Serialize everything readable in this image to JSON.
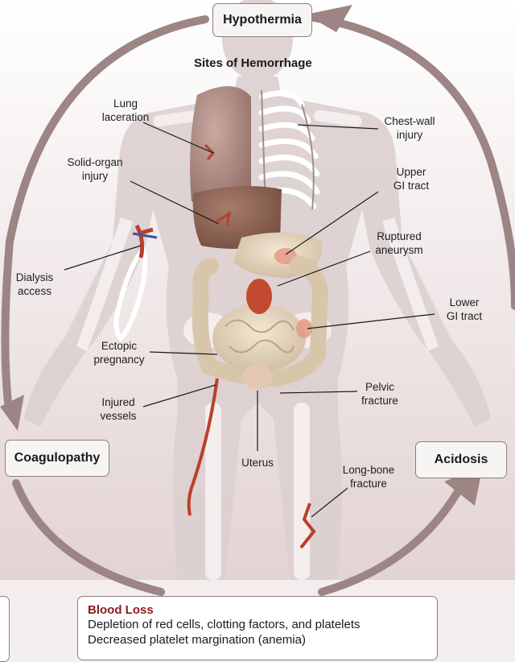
{
  "cycle": {
    "hypothermia": "Hypothermia",
    "coagulopathy": "Coagulopathy",
    "acidosis": "Acidosis"
  },
  "figure": {
    "title": "Sites of Hemorrhage"
  },
  "labels": {
    "lung": [
      "Lung",
      "laceration"
    ],
    "solid_organ": [
      "Solid-organ",
      "injury"
    ],
    "dialysis": [
      "Dialysis",
      "access"
    ],
    "ectopic": [
      "Ectopic",
      "pregnancy"
    ],
    "injured": [
      "Injured",
      "vessels"
    ],
    "uterus": "Uterus",
    "chest_wall": [
      "Chest-wall",
      "injury"
    ],
    "upper_gi": [
      "Upper",
      "GI tract"
    ],
    "aneurysm": [
      "Ruptured",
      "aneurysm"
    ],
    "lower_gi": [
      "Lower",
      "GI tract"
    ],
    "pelvic": [
      "Pelvic",
      "fracture"
    ],
    "long_bone": [
      "Long-bone",
      "fracture"
    ]
  },
  "blood_loss": {
    "heading": "Blood Loss",
    "lines": [
      "Depletion of red cells, clotting factors, and platelets",
      "Decreased platelet margination (anemia)"
    ]
  },
  "colors": {
    "arrow": "#9c8584",
    "bleed": "#b8402b",
    "heading_red": "#8c1a1a"
  }
}
